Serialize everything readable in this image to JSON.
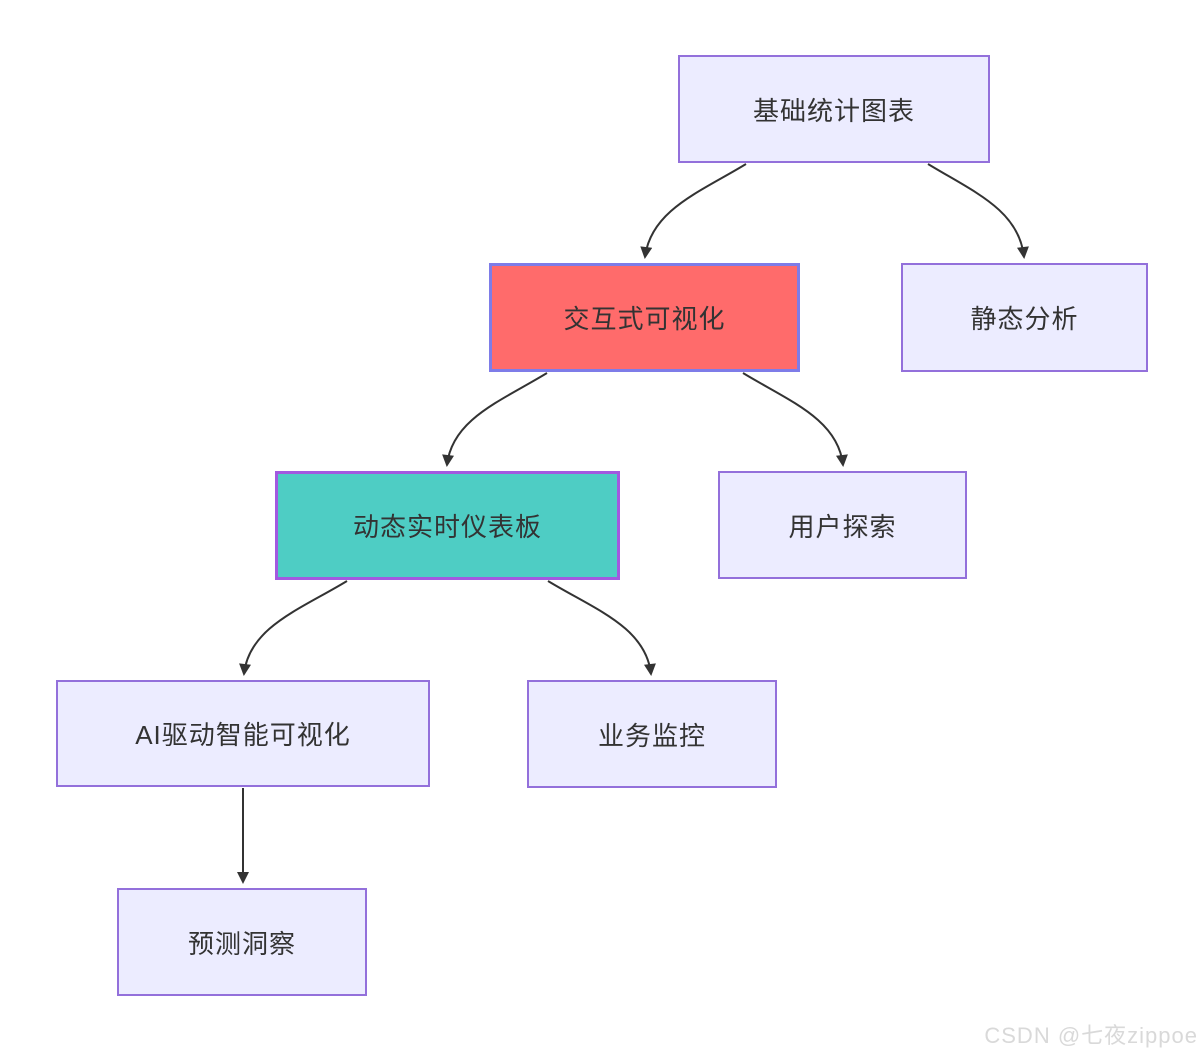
{
  "diagram": {
    "type": "flowchart",
    "direction": "top-down",
    "background": "#FFFFFF",
    "edge_color": "#333333",
    "nodes": [
      {
        "id": "basic-charts",
        "label": "基础统计图表",
        "fill": "#ECECFF",
        "border": "#9370DB"
      },
      {
        "id": "interactive-viz",
        "label": "交互式可视化",
        "fill": "#FF6B6B",
        "border": "#7E7CE8"
      },
      {
        "id": "static-analysis",
        "label": "静态分析",
        "fill": "#ECECFF",
        "border": "#9370DB"
      },
      {
        "id": "realtime-dashboard",
        "label": "动态实时仪表板",
        "fill": "#4ECDC4",
        "border": "#A259E0"
      },
      {
        "id": "user-exploration",
        "label": "用户探索",
        "fill": "#ECECFF",
        "border": "#9370DB"
      },
      {
        "id": "ai-driven-viz",
        "label": "AI驱动智能可视化",
        "fill": "#ECECFF",
        "border": "#9370DB"
      },
      {
        "id": "business-monitoring",
        "label": "业务监控",
        "fill": "#ECECFF",
        "border": "#9370DB"
      },
      {
        "id": "predictive-insight",
        "label": "预测洞察",
        "fill": "#ECECFF",
        "border": "#9370DB"
      }
    ],
    "edges": [
      {
        "from": "basic-charts",
        "to": "interactive-viz"
      },
      {
        "from": "basic-charts",
        "to": "static-analysis"
      },
      {
        "from": "interactive-viz",
        "to": "realtime-dashboard"
      },
      {
        "from": "interactive-viz",
        "to": "user-exploration"
      },
      {
        "from": "realtime-dashboard",
        "to": "ai-driven-viz"
      },
      {
        "from": "realtime-dashboard",
        "to": "business-monitoring"
      },
      {
        "from": "ai-driven-viz",
        "to": "predictive-insight"
      }
    ]
  },
  "watermark": {
    "text": "CSDN @七夜zippoe",
    "color": "#D9D9D9"
  }
}
